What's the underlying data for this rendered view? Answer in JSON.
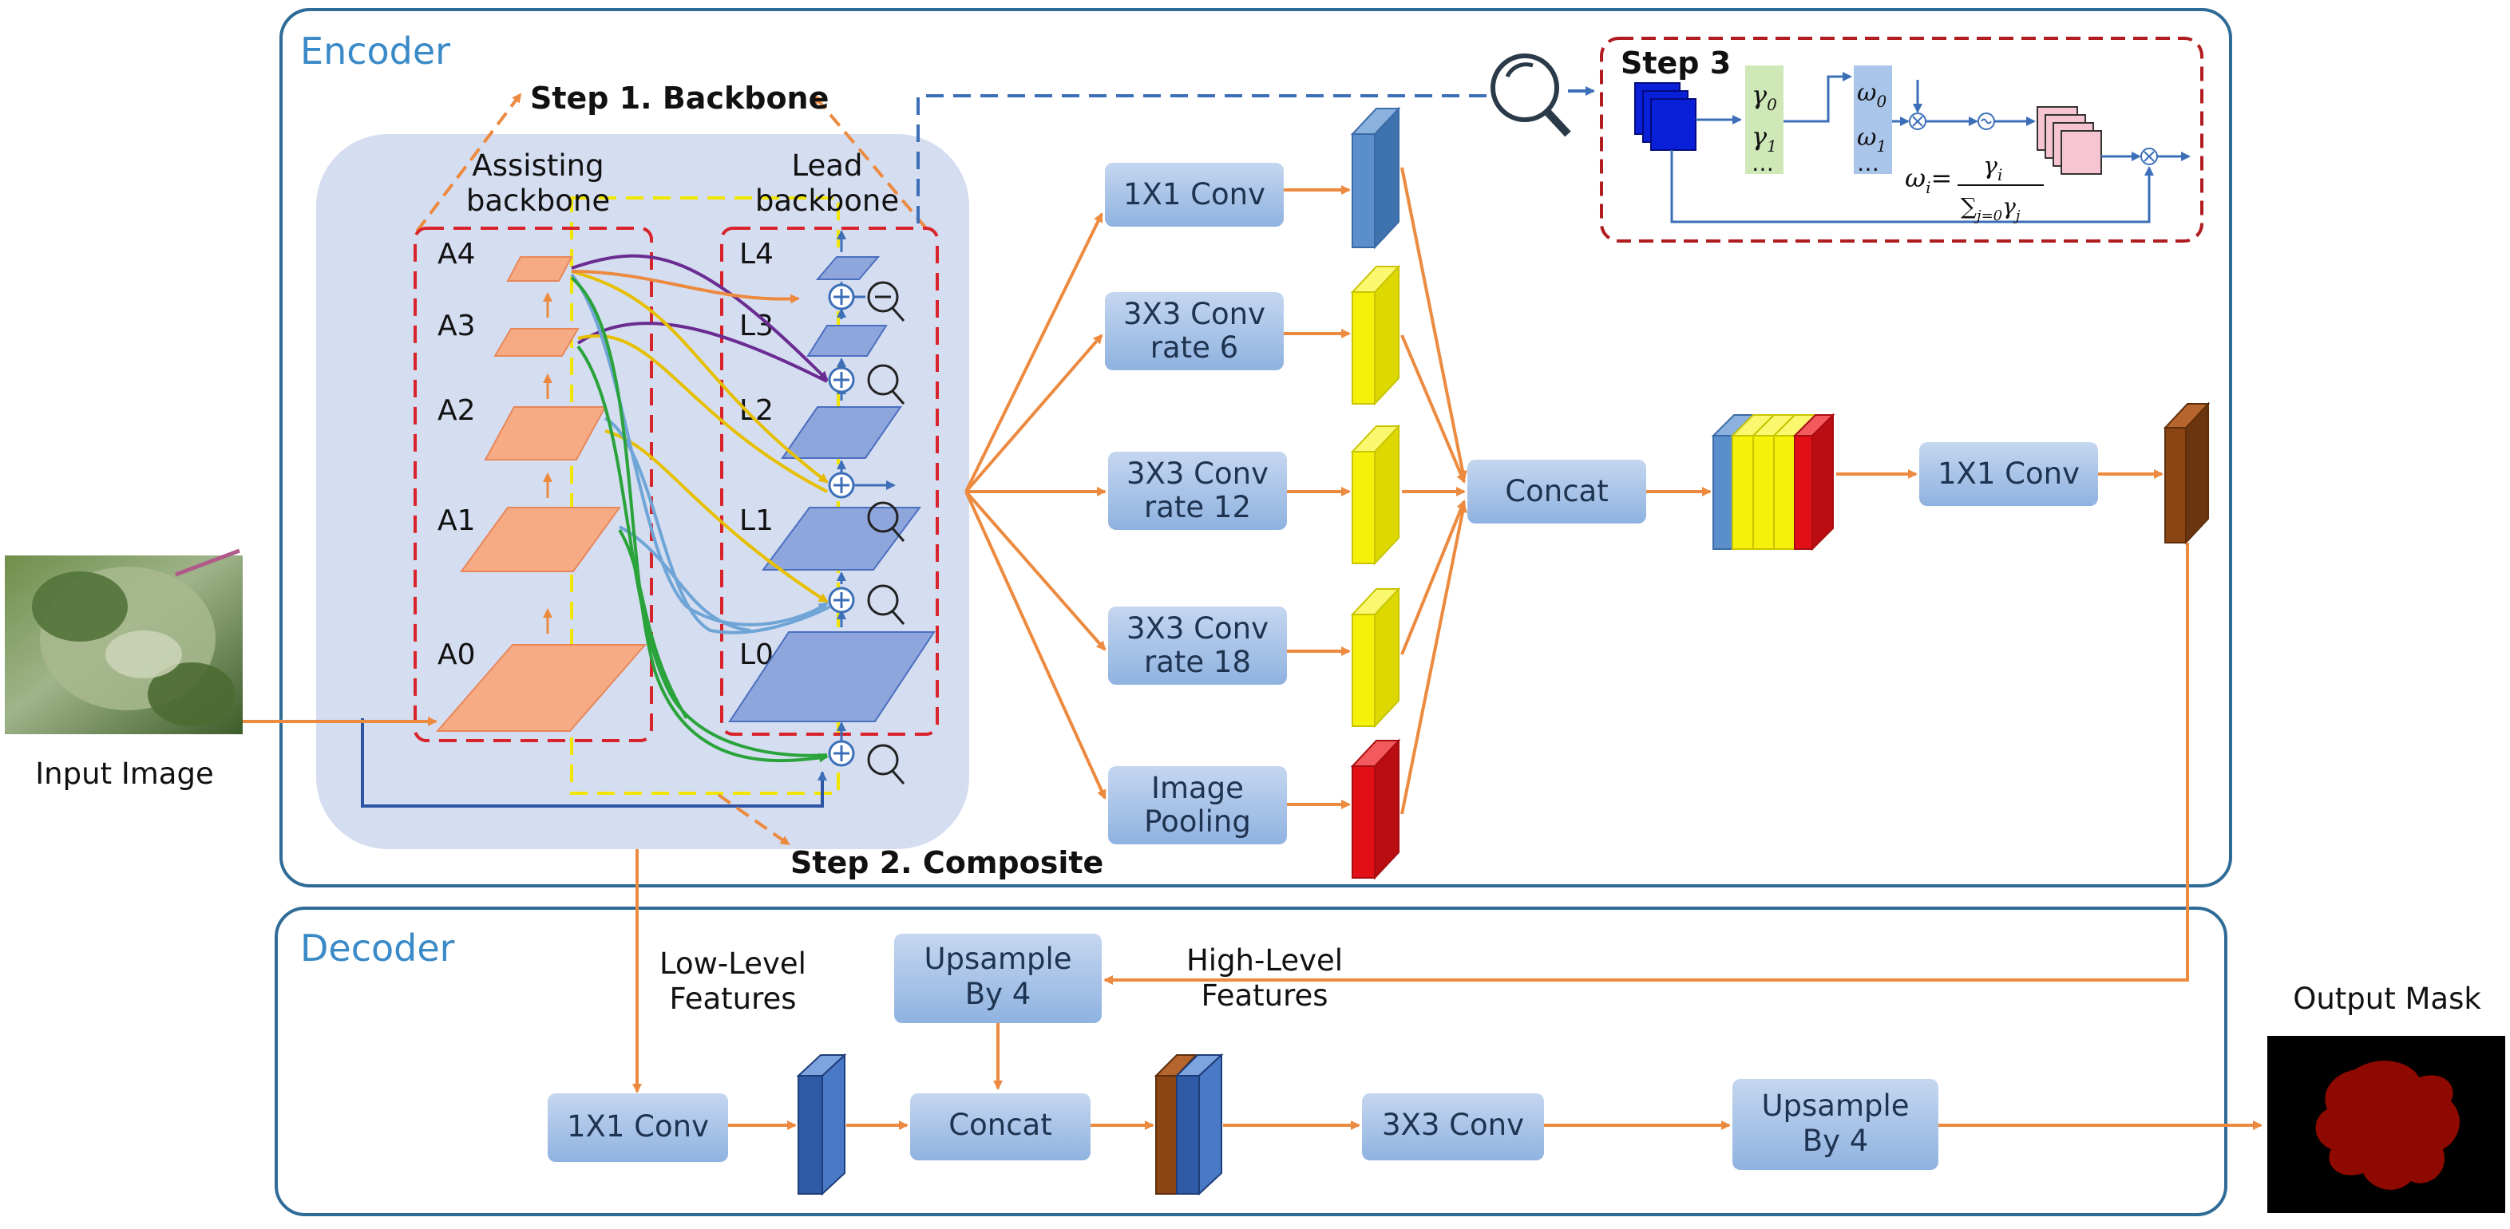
{
  "panels": {
    "encoder_title": "Encoder",
    "decoder_title": "Decoder"
  },
  "input": {
    "label": "Input Image"
  },
  "output": {
    "label": "Output Mask"
  },
  "steps": {
    "step1": "Step 1. Backbone",
    "step2": "Step 2. Composite",
    "step3": "Step 3"
  },
  "backbones": {
    "assisting": [
      "Assisting",
      "backbone"
    ],
    "lead": [
      "Lead",
      "backbone"
    ],
    "assisting_levels": [
      "A4",
      "A3",
      "A2",
      "A1",
      "A0"
    ],
    "lead_levels": [
      "L4",
      "L3",
      "L2",
      "L1",
      "L0"
    ]
  },
  "aspp": {
    "branches": [
      {
        "lines": [
          "1X1 Conv"
        ]
      },
      {
        "lines": [
          "3X3 Conv",
          "rate 6"
        ]
      },
      {
        "lines": [
          "3X3 Conv",
          "rate 12"
        ]
      },
      {
        "lines": [
          "3X3 Conv",
          "rate 18"
        ]
      },
      {
        "lines": [
          "Image",
          "Pooling"
        ]
      }
    ],
    "concat": "Concat",
    "post_conv": "1X1 Conv"
  },
  "step3_formula": {
    "gamma0": "γ",
    "gamma0_sub": "0",
    "gamma1": "γ",
    "gamma1_sub": "1",
    "omega0": "ω",
    "omega0_sub": "0",
    "omega1": "ω",
    "omega1_sub": "1",
    "dots": "…",
    "lhs": "ω",
    "lhs_sub": "i",
    "eq": "=",
    "num": "γ",
    "num_sub": "i",
    "den_sum": "∑",
    "den_sub": "j=0",
    "den": "γ",
    "den_sub2": "j"
  },
  "decoder": {
    "low_level": [
      "Low-Level",
      "Features"
    ],
    "high_level": [
      "High-Level",
      "Features"
    ],
    "upsample_top": [
      "Upsample",
      "By 4"
    ],
    "conv1x1": "1X1 Conv",
    "concat": "Concat",
    "conv3x3": "3X3 Conv",
    "upsample_bottom": [
      "Upsample",
      "By 4"
    ]
  },
  "colors": {
    "panel_border": "#2e6b96",
    "panel_title": "#3b8ac8",
    "arrow_orange": "#ec8a3f",
    "box_fill": "#a9c5ea",
    "region_fill": "#d5ddf1",
    "dashed_red": "#d8232a",
    "dashed_yellow": "#f2e600",
    "feature_blue": "#5b8fcb",
    "feature_yellow": "#f5f10a",
    "feature_red": "#e21016",
    "feature_brown": "#8b4513",
    "step3_border": "#b01c20",
    "mask_red": "#8e0a00"
  }
}
